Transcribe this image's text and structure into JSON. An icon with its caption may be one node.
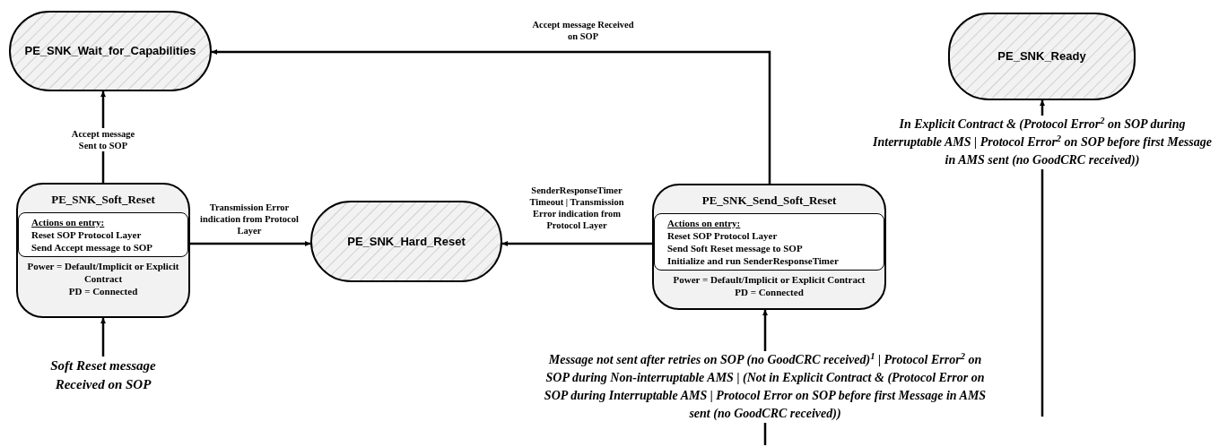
{
  "diagram": {
    "nodes": [
      {
        "text": [
          "PE_SNK_Wait_for_Capabilities"
        ]
      },
      {
        "text": [
          "PE_SNK_Ready"
        ]
      },
      {
        "text": [
          "PE_SNK_Soft_Reset",
          "Actions on entry:",
          "Reset SOP Protocol Layer",
          "Send Accept message to SOP",
          "Power = Default/Implicit or Explicit Contract",
          "PD = Connected"
        ]
      },
      {
        "text": [
          "PE_SNK_Hard_Reset"
        ]
      },
      {
        "text": [
          "PE_SNK_Send_Soft_Reset",
          "Actions on entry:",
          "Reset SOP Protocol Layer",
          "Send Soft Reset message to SOP",
          "Initialize and run SenderResponseTimer",
          "Power = Default/Implicit or Explicit Contract",
          "PD = Connected"
        ]
      },
      {
        "text": [
          "Soft Reset message Received on SOP"
        ]
      }
    ],
    "edges": [
      {
        "from": 2,
        "to": 0,
        "arrow": "to",
        "label": "Accept message Sent to SOP"
      },
      {
        "from": 2,
        "to": 3,
        "arrow": "to",
        "label": "Transmission Error indication from Protocol Layer"
      },
      {
        "from": 4,
        "to": 3,
        "arrow": "to",
        "label": "SenderResponseTimer Timeout | Transmission Error indication from Protocol Layer"
      },
      {
        "from": 4,
        "to": 0,
        "arrow": "to",
        "label": "Accept message Received on SOP"
      },
      {
        "from": 5,
        "to": 2,
        "arrow": "to"
      },
      {
        "from": null,
        "to": 4,
        "arrow": "to",
        "label": "Message not sent after retries on SOP (no GoodCRC received)$^{1}$ | Protocol Error$^{2}$ on SOP during Non-interruptable AMS | (Not in Explicit Contract & (Protocol Error on SOP during Interruptable AMS | Protocol Error on SOP before first Message in AMS sent (no GoodCRC received))"
      },
      {
        "from": null,
        "to": 1,
        "arrow": "to",
        "label": "In Explicit Contract & (Protocol Error$^{2}$ on SOP during Interruptable AMS | Protocol Error$^{2}$ on SOP before first Message in AMS sent (no GoodCRC received))"
      }
    ]
  }
}
